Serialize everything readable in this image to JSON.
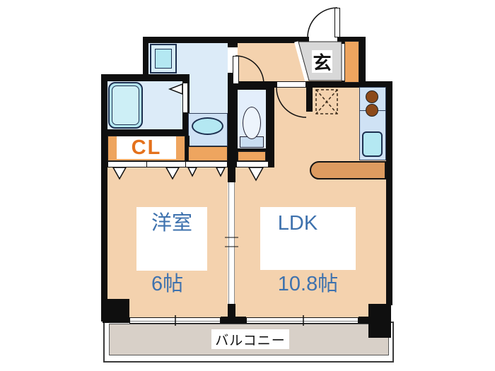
{
  "floorplan": {
    "rooms": {
      "western_room": {
        "name_label": "洋室",
        "size_label": "6帖"
      },
      "ldk": {
        "name_label": "LDK",
        "size_label": "10.8帖"
      },
      "closet": {
        "label": "CL"
      },
      "entrance": {
        "label": "玄"
      },
      "balcony": {
        "label": "バルコニー"
      }
    },
    "fixtures": [
      "bathtub",
      "washing-machine",
      "wash-basin",
      "toilet",
      "kitchen-sink",
      "stove-burners",
      "refrigerator-space",
      "shoe-cabinet",
      "kitchen-counter"
    ],
    "colors": {
      "floor": "#f4d2ae",
      "water_light": "#dcebf8",
      "water_mid": "#cfe2f5",
      "fixture_cyan": "#b4e8f2",
      "fixture_cyan_light": "#d7edf8",
      "closet_orange": "#eea55f",
      "counter_orange": "#dd9b60",
      "burner_brown": "#8c4a1a",
      "genkan_gray": "#d8d8d8",
      "balcony_floor": "#d8d0c8",
      "wall_black": "#0f0f0f",
      "label_blue": "#3e72ae",
      "cl_text_orange": "#e4711c",
      "outline_navy": "#1d3050"
    }
  }
}
